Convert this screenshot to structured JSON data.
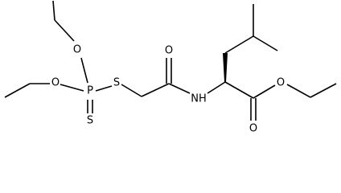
{
  "molecule": {
    "atoms": {
      "p": "P",
      "s_thiono": "S",
      "s_thioether": "S",
      "o_upper": "O",
      "o_left": "O",
      "o_amide": "O",
      "n_amide": "NH",
      "o_ester": "O",
      "o_carbonyl": "O"
    }
  }
}
